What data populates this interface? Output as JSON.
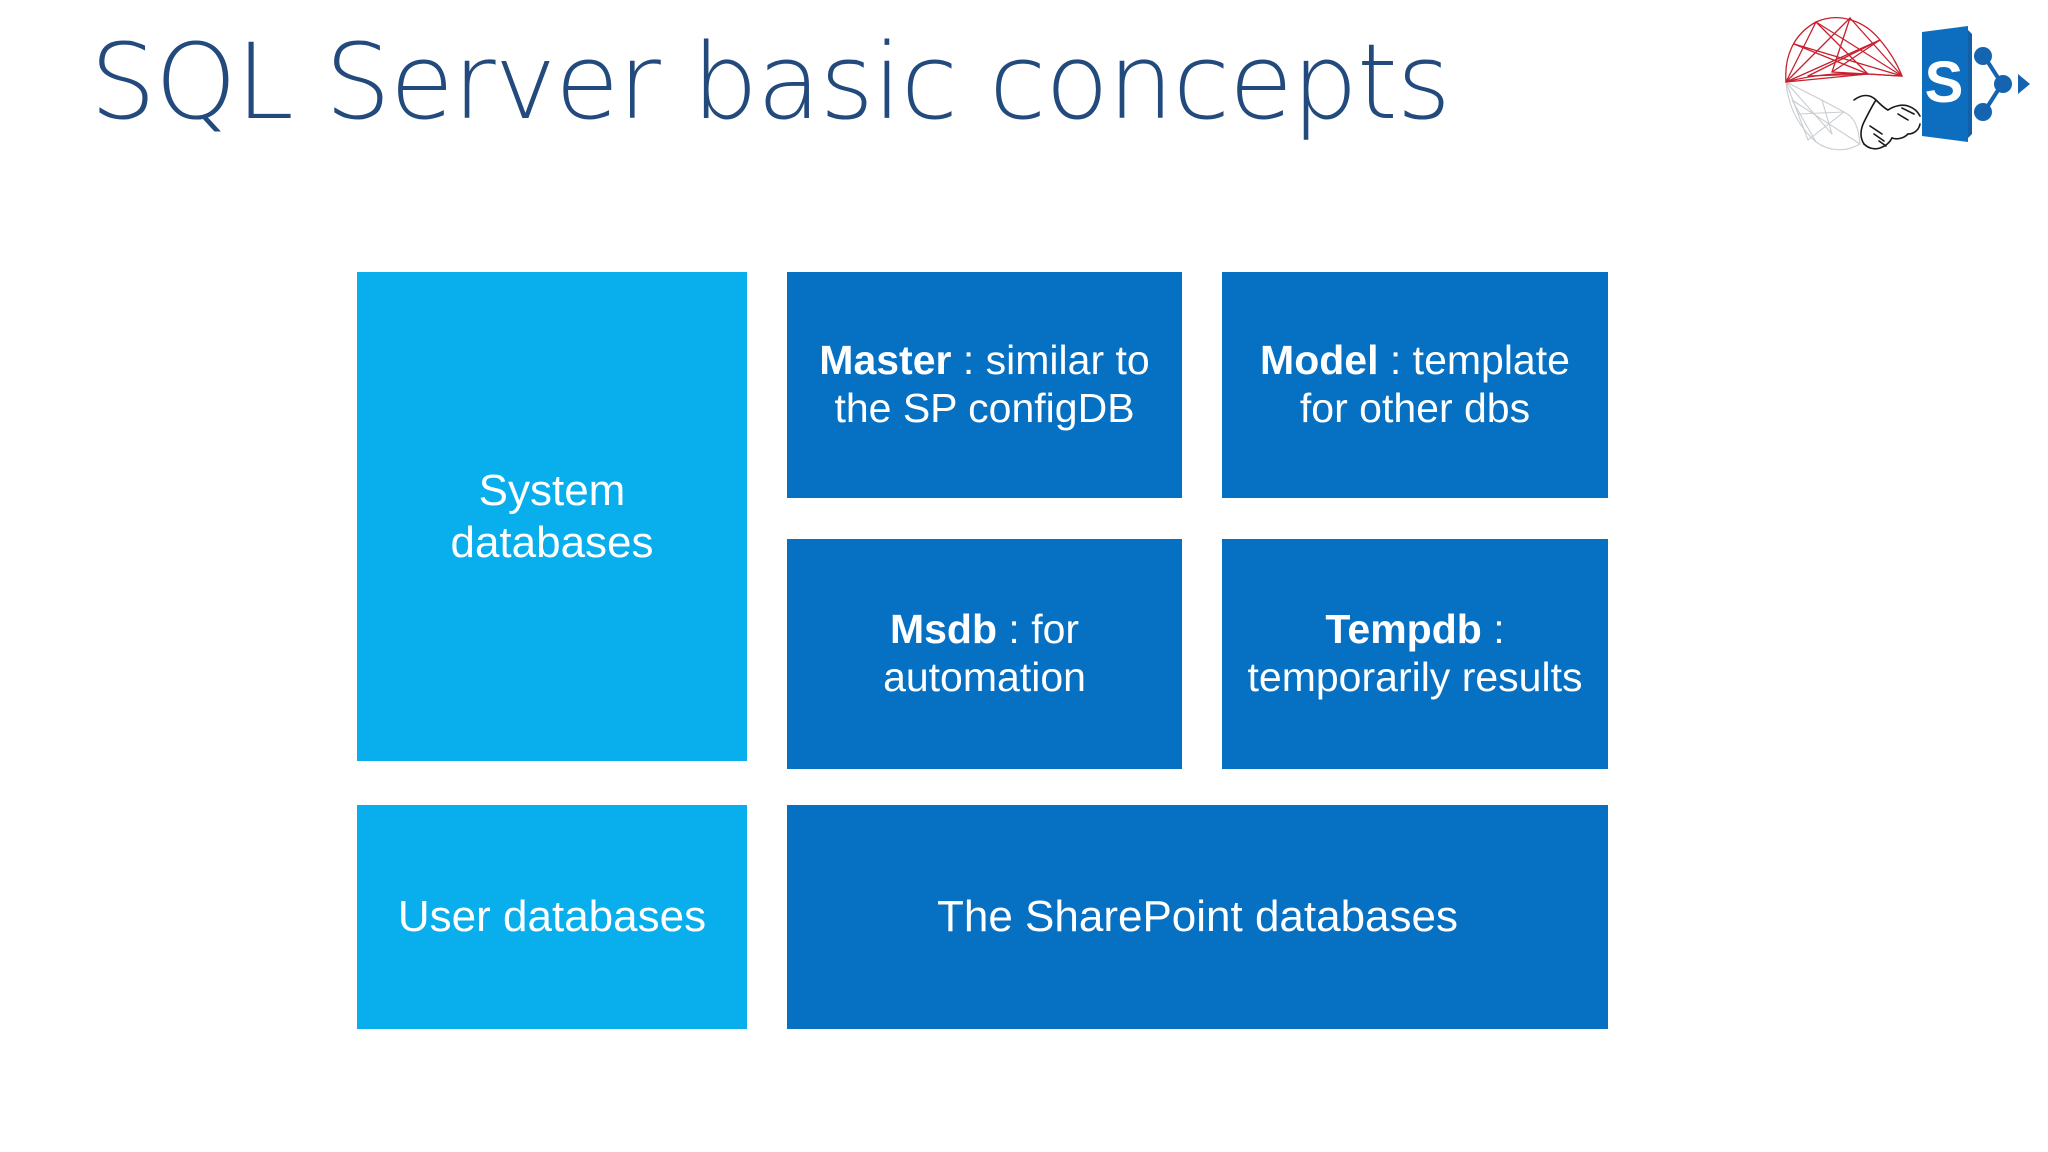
{
  "slide": {
    "title": "SQL Server basic concepts",
    "title_color": "#234A7D",
    "background_color": "#FFFFFF"
  },
  "logos": {
    "sql_server": {
      "name": "sql-server-logo",
      "mesh_top_color": "#C8202E",
      "mesh_bottom_color": "#C9CDD2"
    },
    "handshake": {
      "name": "handshake-icon",
      "line_color": "#1A1A1A"
    },
    "sharepoint": {
      "name": "sharepoint-logo",
      "tile_color": "#0D6DBF",
      "letter": "S",
      "letter_color": "#FFFFFF",
      "node_color": "#1464B0"
    }
  },
  "colors": {
    "cyan": "#08AFEC",
    "blue": "#0670C3"
  },
  "diagram": {
    "groups": [
      {
        "id": "system",
        "label": "System\ndatabases",
        "color": "#08AFEC"
      },
      {
        "id": "user",
        "label": "User databases",
        "color": "#08AFEC"
      }
    ],
    "boxes": {
      "system_databases": {
        "label_line1": "System",
        "label_line2": "databases",
        "color": "#08AFEC"
      },
      "master": {
        "name": "Master",
        "separator": " : ",
        "description": "similar to the SP configDB",
        "color": "#0670C3"
      },
      "model": {
        "name": "Model",
        "separator": " : ",
        "description": "template for other dbs",
        "color": "#0670C3"
      },
      "msdb": {
        "name": "Msdb",
        "separator": " : ",
        "description": "for automation",
        "color": "#0670C3"
      },
      "tempdb": {
        "name": "Tempdb",
        "separator": " : ",
        "description": "temporarily results",
        "color": "#0670C3"
      },
      "user_databases": {
        "label": "User databases",
        "color": "#08AFEC"
      },
      "sharepoint_databases": {
        "label": "The SharePoint databases",
        "color": "#0670C3"
      }
    }
  }
}
